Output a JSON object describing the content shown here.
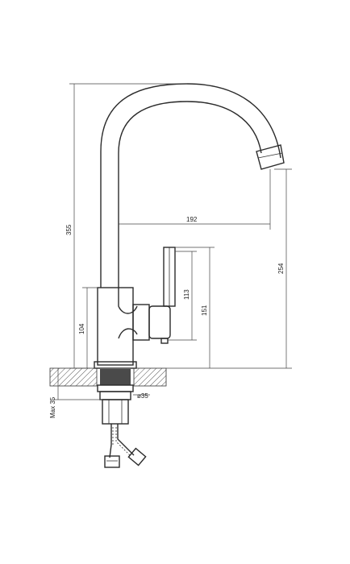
{
  "dimensions": {
    "total_height": "355",
    "reach": "192",
    "spout_height": "254",
    "handle_top": "151",
    "handle_length": "113",
    "body_height": "104",
    "max_counter": "Max 35",
    "hole_diameter": "ø35"
  },
  "colors": {
    "line": "#2b2b2b",
    "hatch": "#555555",
    "nut_fill": "#4a4a4a"
  }
}
